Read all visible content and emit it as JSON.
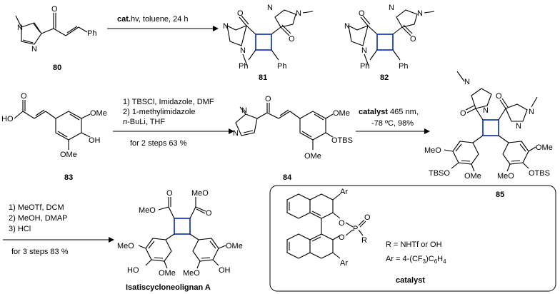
{
  "compounds": {
    "c80": "80",
    "c81": "81",
    "c82": "82",
    "c83": "83",
    "c84": "84",
    "c85": "85",
    "product": "Isatiscycloneolignan A",
    "catalyst_label": "catalyst"
  },
  "reaction1": {
    "conditions_bold": "cat.",
    "conditions_rest": "hv, toluene, 24 h"
  },
  "reaction2": {
    "step1": "1) TBSCl, Imidazole, DMF",
    "step2": "2) 1-methylimidazole",
    "step3_italic": "n",
    "step3_rest": "-BuLi, THF",
    "yield": "for 2 steps 63 %"
  },
  "reaction3": {
    "conditions_bold": "catalyst",
    "conditions_rest": " 465 nm,",
    "temp": "-78 ºC, 98%"
  },
  "reaction4": {
    "step1": "1) MeOTf, DCM",
    "step2": "2) MeOH, DMAP",
    "step3": "3) HCl",
    "yield": "for 3 steps 83 %"
  },
  "catalyst_box": {
    "r_def": "R = NHTf or OH",
    "ar_def": "Ar = 4-(CF",
    "ar_def_sub": "3",
    "ar_def_mid": ")C",
    "ar_def_sub2": "6",
    "ar_def_end": "H",
    "ar_def_sub3": "4"
  },
  "atoms": {
    "N": "N",
    "O": "O",
    "Ph": "Ph",
    "OMe": "OMe",
    "MeO": "MeO",
    "OH": "OH",
    "HO": "HO",
    "OTBS": "OTBS",
    "TBSO": "TBSO",
    "Ar": "Ar",
    "P": "P",
    "R": "R"
  }
}
